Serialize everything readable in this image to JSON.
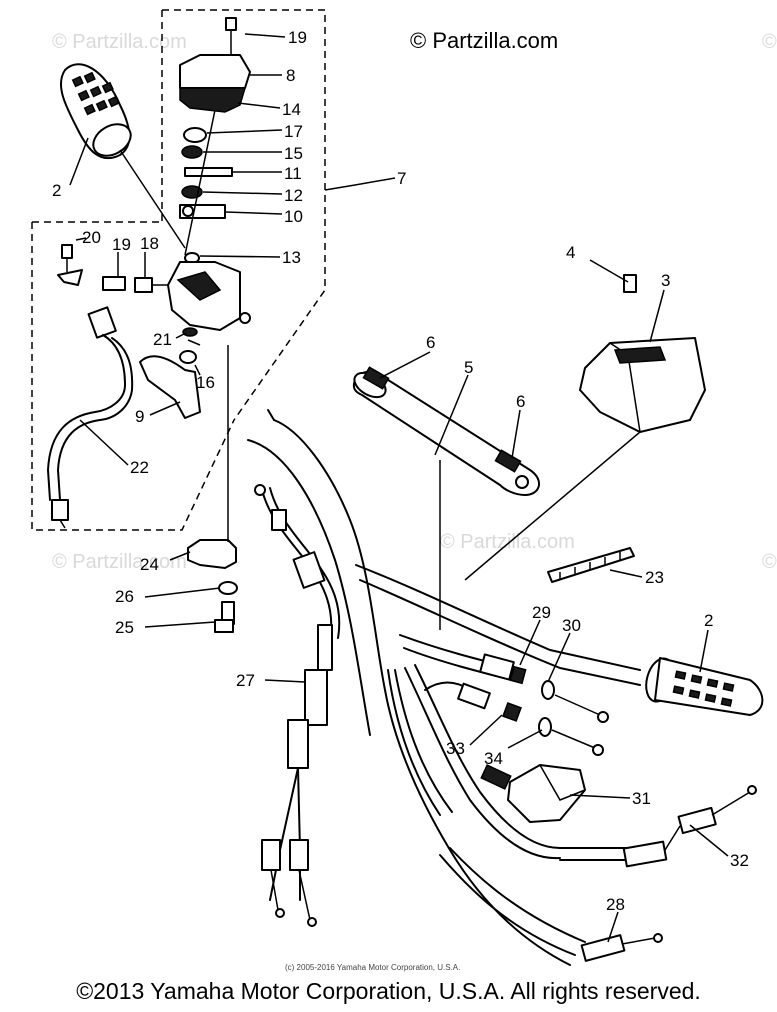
{
  "watermark": {
    "main": "© Partzilla.com",
    "faded": "© Partzilla.com"
  },
  "callouts": {
    "c2a": "2",
    "c2b": "2",
    "c3": "3",
    "c4": "4",
    "c5": "5",
    "c6a": "6",
    "c6b": "6",
    "c7": "7",
    "c8": "8",
    "c9": "9",
    "c10": "10",
    "c11": "11",
    "c12": "12",
    "c13": "13",
    "c14": "14",
    "c15": "15",
    "c16": "16",
    "c17": "17",
    "c18": "18",
    "c19a": "19",
    "c19b": "19",
    "c20": "20",
    "c21": "21",
    "c22": "22",
    "c23": "23",
    "c24": "24",
    "c25": "25",
    "c26": "26",
    "c27": "27",
    "c28": "28",
    "c29": "29",
    "c30": "30",
    "c31": "31",
    "c32": "32",
    "c33": "33",
    "c34": "34"
  },
  "small_copyright": "(c) 2005-2016 Yamaha Motor Corporation, U.S.A.",
  "footer": "©2013 Yamaha Motor Corporation, U.S.A. All rights reserved."
}
